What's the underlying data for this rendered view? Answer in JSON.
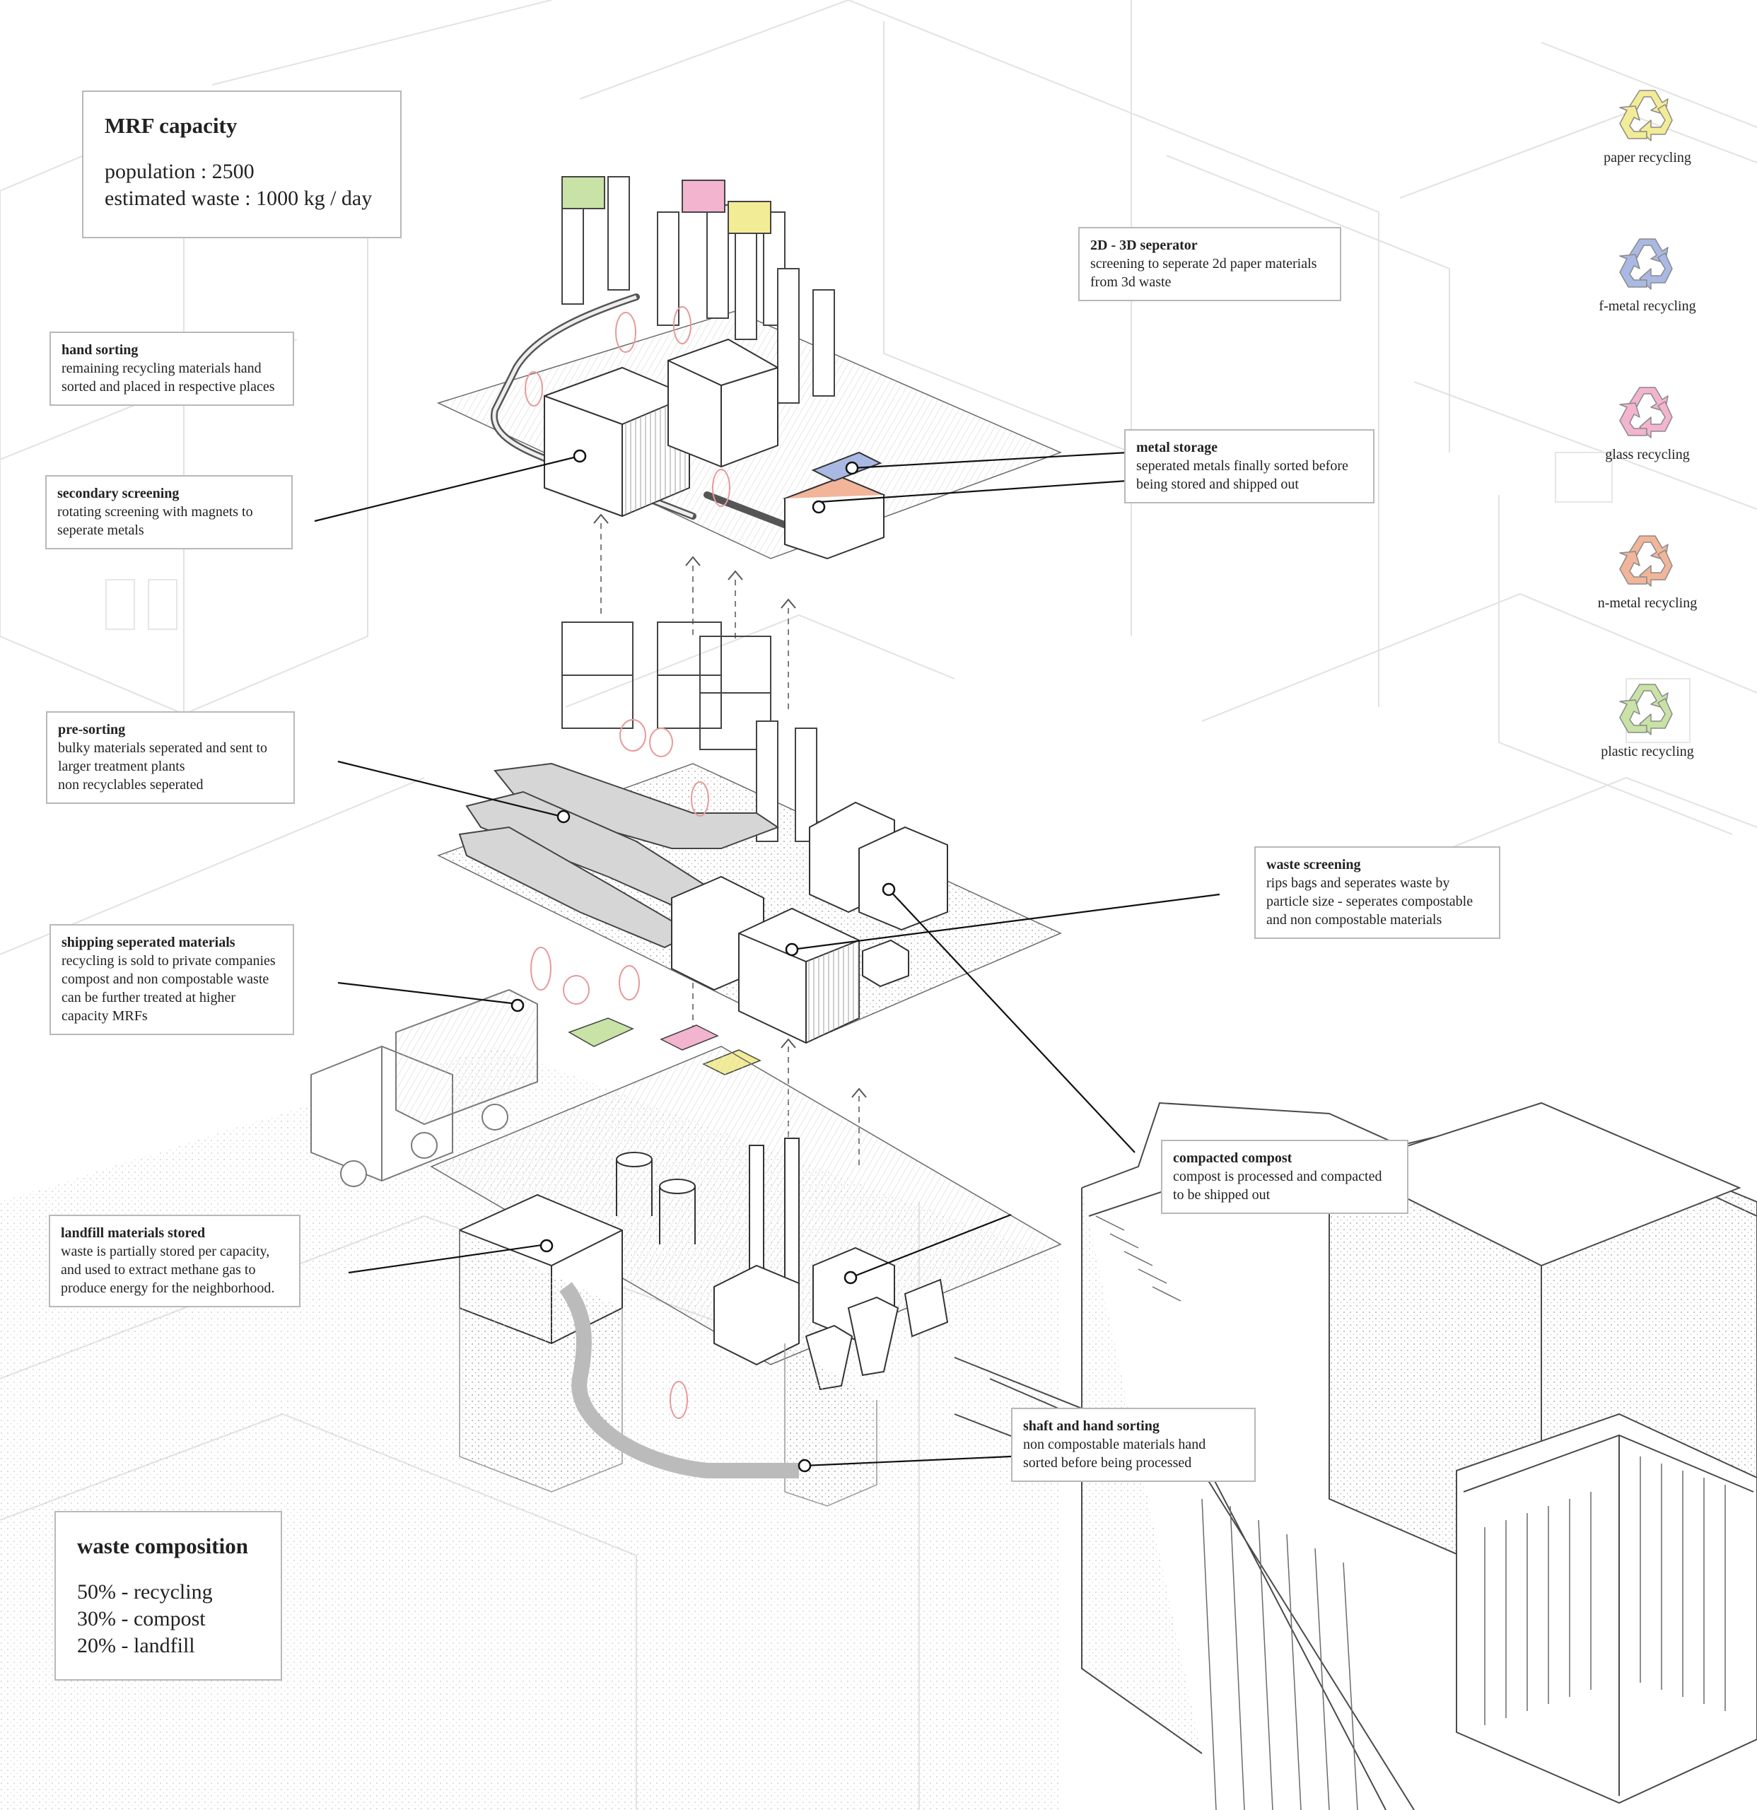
{
  "capacity": {
    "title": "MRF capacity",
    "population": "population : 2500",
    "waste": "estimated waste : 1000 kg / day"
  },
  "composition": {
    "title": "waste composition",
    "items": [
      "50% - recycling",
      "30% - compost",
      "20% - landfill"
    ]
  },
  "legend": [
    {
      "label": "paper recycling",
      "color": "#f3ec96"
    },
    {
      "label": "f-metal recycling",
      "color": "#a9b9e3"
    },
    {
      "label": "glass recycling",
      "color": "#f3b4cf"
    },
    {
      "label": "n-metal recycling",
      "color": "#f2b599"
    },
    {
      "label": "plastic recycling",
      "color": "#c9e2a6"
    }
  ],
  "labels": {
    "hand_sorting": {
      "title": "hand sorting",
      "desc": "remaining recycling materials hand\nsorted and placed in respective places"
    },
    "secondary_screening": {
      "title": "secondary screening",
      "desc": "rotating screening with magnets to\nseperate metals"
    },
    "separator": {
      "title": "2D - 3D seperator",
      "desc": "screening to seperate 2d paper materials\nfrom 3d waste"
    },
    "metal_storage": {
      "title": "metal storage",
      "desc": "seperated metals finally sorted before\nbeing stored and shipped out"
    },
    "pre_sorting": {
      "title": "pre-sorting",
      "desc": "bulky materials seperated and sent to\nlarger treatment plants\nnon recyclables seperated"
    },
    "waste_screening": {
      "title": "waste screening",
      "desc": "rips bags and seperates waste by\nparticle size - seperates compostable\nand non compostable materials"
    },
    "shipping": {
      "title": "shipping seperated materials",
      "desc": "recycling is sold to private companies\ncompost and non compostable waste\ncan be further treated at higher\ncapacity MRFs"
    },
    "compacted_compost": {
      "title": "compacted compost",
      "desc": "compost is processed and compacted\nto be shipped out"
    },
    "landfill": {
      "title": "landfill materials stored",
      "desc": "waste is partially stored per capacity,\nand used to extract methane gas to\nproduce energy for the neighborhood."
    },
    "shaft": {
      "title": "shaft and hand sorting",
      "desc": "non compostable materials hand\nsorted before being processed"
    }
  },
  "colors": {
    "paper": "#f3ec96",
    "fmetal": "#a9b9e3",
    "glass": "#f3b4cf",
    "nmetal": "#f2b599",
    "plastic": "#c9e2a6",
    "worker": "#e79a9a"
  }
}
